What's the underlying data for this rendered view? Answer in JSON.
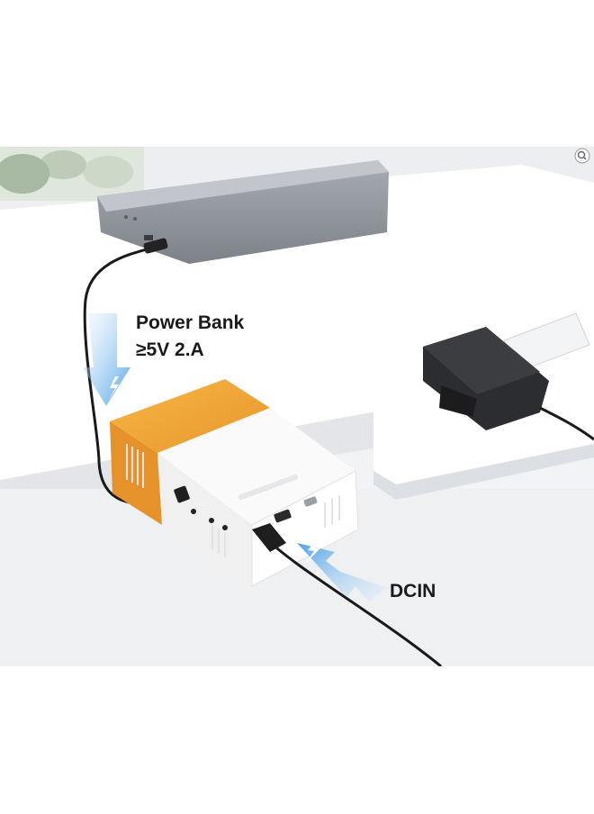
{
  "labels": {
    "power_bank_line1": "Power Bank",
    "power_bank_line2": "≥5V 2.A",
    "dc_in": "DCIN"
  },
  "icons": {
    "lightning_top": "lightning-bolt-icon",
    "lightning_bottom": "lightning-bolt-icon",
    "corner": "zoom-icon"
  },
  "colors": {
    "projector_yellow": "#f2a63a",
    "projector_white": "#f7f7f7",
    "power_bank": "#8e9299",
    "adapter": "#2c2d30",
    "arrow_blue": "#4aa5e8",
    "background_wall": "#f1f2f4"
  }
}
